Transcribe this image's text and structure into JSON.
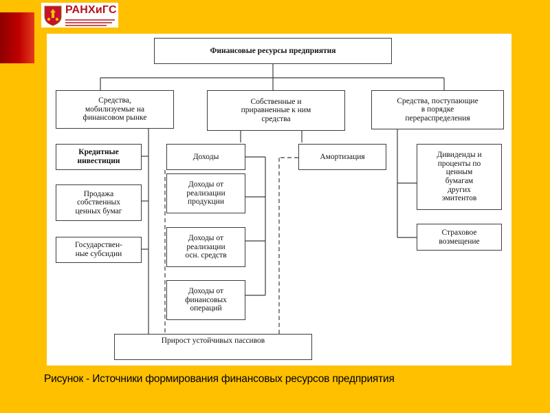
{
  "logo": {
    "name": "РАНХиГС",
    "icon": "emblem-icon"
  },
  "diagram": {
    "root": "Финансовые ресурсы предприятия",
    "branches": {
      "market": "Средства,\nмобилизуемые на\nфинансовом рынке",
      "own": "Собственные и\nприравненные к ним\nсредства",
      "redistribution": "Средства, поступающие\nв порядке\nперераспределения"
    },
    "market_items": [
      "Кредитные\nинвестиции",
      "Продажа\nсобственных\nценных бумаг",
      "Государствен-\nные субсидии"
    ],
    "income": {
      "title": "Доходы",
      "items": [
        "Доходы от\nреализации\nпродукции",
        "Доходы от\nреализации\nосн. средств",
        "Доходы от\nфинансовых\nопераций"
      ]
    },
    "amortization": "Амортизация",
    "redistribution_items": [
      "Дивиденды и\nпроценты по\nценным\nбумагам\nдругих\nэмитентов",
      "Страховое\nвозмещение"
    ],
    "liabilities": "Прирост устойчивых пассивов"
  },
  "caption": "Рисунок - Источники формирования финансовых ресурсов предприятия",
  "colors": {
    "background": "#FFC000",
    "accent_red": "#C00000",
    "panel": "#FFFFFF",
    "lines": "#3B3B3B"
  }
}
